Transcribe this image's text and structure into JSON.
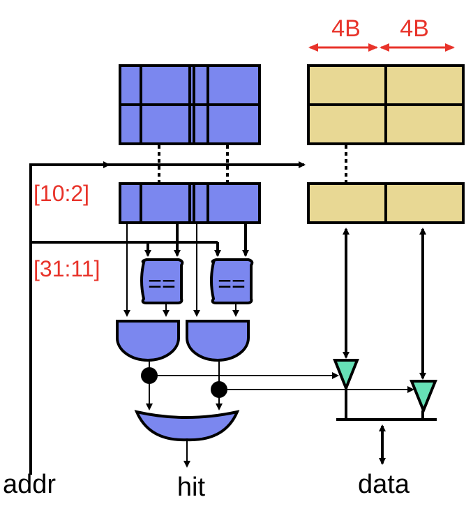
{
  "labels": {
    "width_left": "4B",
    "width_right": "4B",
    "index_bits": "[10:2]",
    "tag_bits": "[31:11]",
    "comparator_left": "==",
    "comparator_right": "==",
    "addr": "addr",
    "hit": "hit",
    "data": "data"
  },
  "colors": {
    "tag_array": "#7b87ef",
    "data_array": "#e8d894",
    "logic_gate": "#7b87ef",
    "tristate": "#66e0b6",
    "annotation": "#e8332a",
    "line": "#000000"
  }
}
